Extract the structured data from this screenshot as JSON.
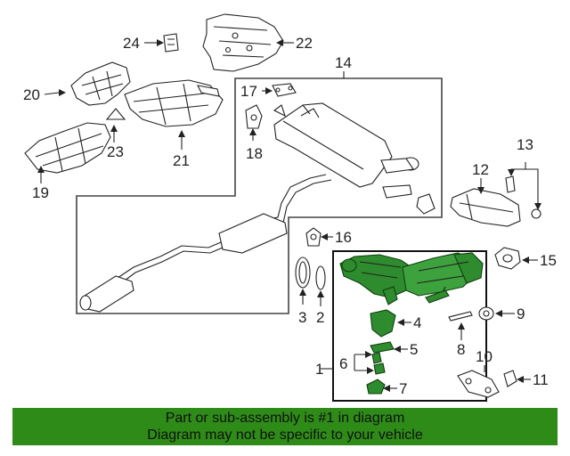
{
  "callouts": {
    "c1": "1",
    "c2": "2",
    "c3": "3",
    "c4": "4",
    "c5": "5",
    "c6": "6",
    "c7": "7",
    "c8": "8",
    "c9": "9",
    "c10": "10",
    "c11": "11",
    "c12": "12",
    "c13": "13",
    "c14": "14",
    "c15": "15",
    "c16": "16",
    "c17": "17",
    "c18": "18",
    "c19": "19",
    "c20": "20",
    "c21": "21",
    "c22": "22",
    "c23": "23",
    "c24": "24"
  },
  "highlighted_part": "1",
  "colors": {
    "highlight": "#2e8b2e",
    "banner": "#2e8b18",
    "line": "#222222"
  },
  "banner": {
    "line1": "Part or sub-assembly is #1 in diagram",
    "line2": "Diagram may not be specific to your vehicle"
  }
}
